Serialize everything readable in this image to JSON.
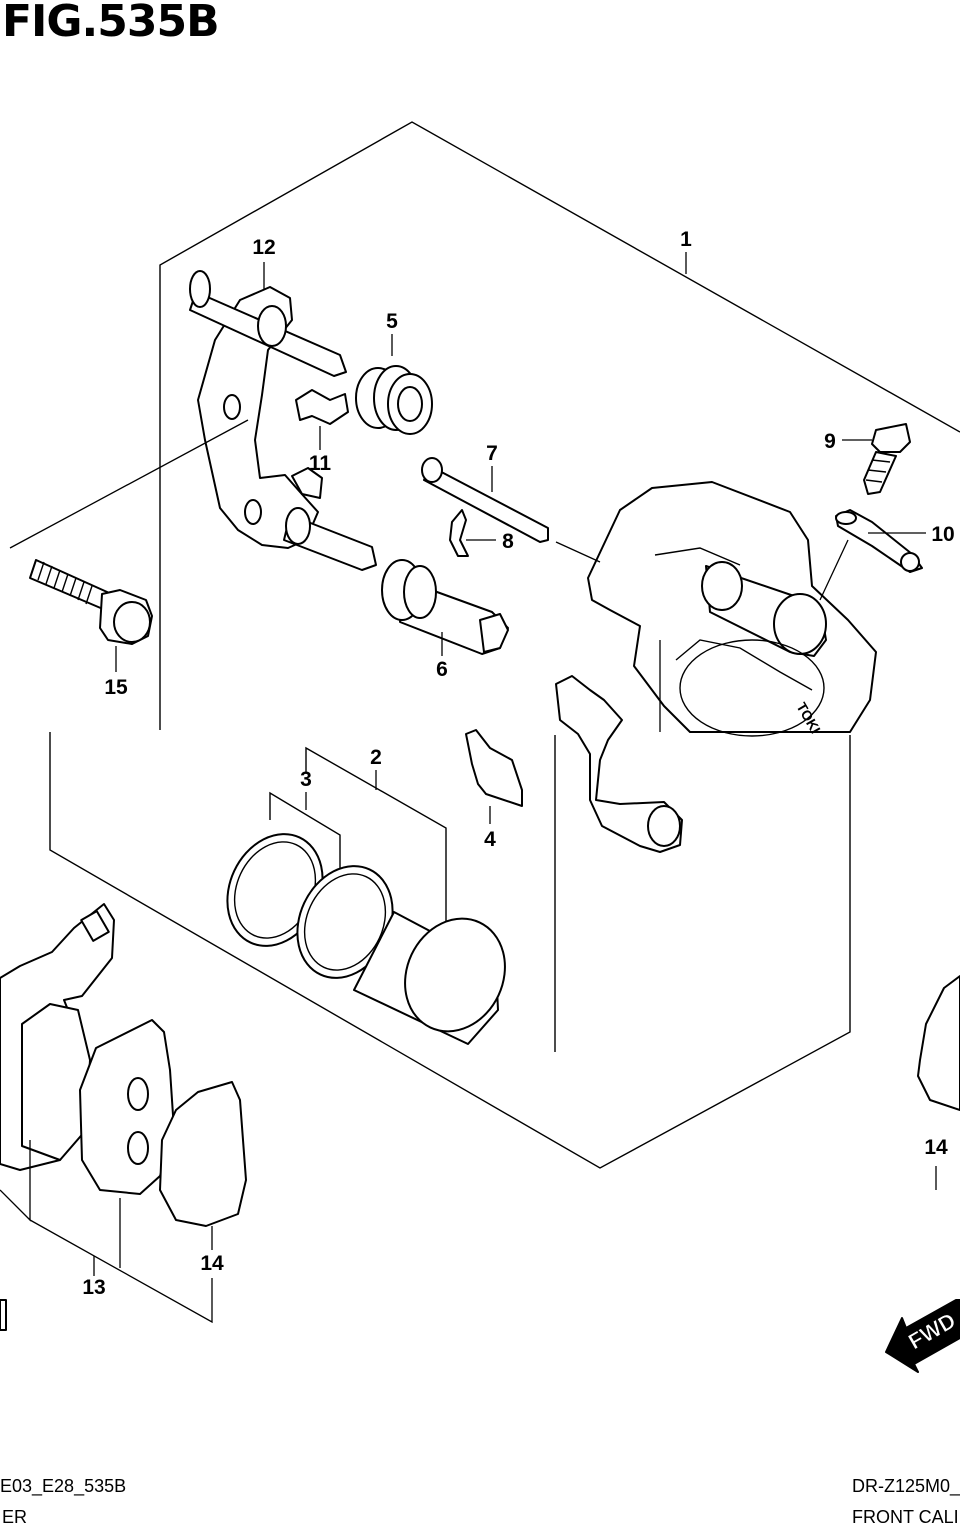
{
  "figure": {
    "title": "FIG.535B",
    "ref_left": "E03_E28_535B",
    "ref_right": "DR-Z125M0_",
    "caption_left": "ER",
    "caption_right": "FRONT CALIP"
  },
  "parts": [
    {
      "id": "1",
      "label": "1"
    },
    {
      "id": "2",
      "label": "2"
    },
    {
      "id": "3",
      "label": "3"
    },
    {
      "id": "4",
      "label": "4"
    },
    {
      "id": "5",
      "label": "5"
    },
    {
      "id": "6",
      "label": "6"
    },
    {
      "id": "7",
      "label": "7"
    },
    {
      "id": "8",
      "label": "8"
    },
    {
      "id": "9",
      "label": "9"
    },
    {
      "id": "10",
      "label": "10"
    },
    {
      "id": "11",
      "label": "11"
    },
    {
      "id": "12",
      "label": "12"
    },
    {
      "id": "13",
      "label": "13"
    },
    {
      "id": "14a",
      "label": "14"
    },
    {
      "id": "14b",
      "label": "14"
    },
    {
      "id": "15",
      "label": "15"
    }
  ],
  "fwd_arrow": {
    "label": "FWD",
    "icon": "fwd-arrow-icon"
  },
  "caliper_marking": "TOKI"
}
